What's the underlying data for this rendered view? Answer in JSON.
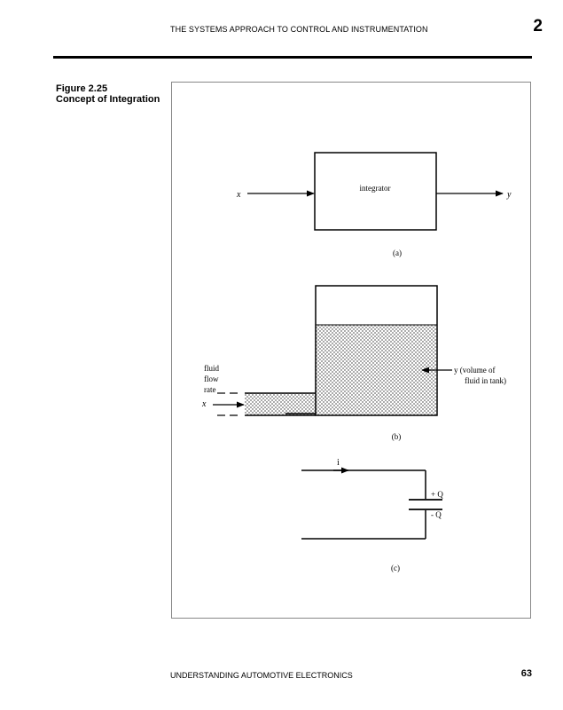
{
  "header": {
    "title": "THE SYSTEMS APPROACH TO CONTROL AND INSTRUMENTATION",
    "chapter": "2"
  },
  "figure": {
    "number": "Figure 2.25",
    "title": "Concept of Integration",
    "panel_a": {
      "input_label": "x",
      "block_label": "integrator",
      "output_label": "y",
      "caption": "(a)"
    },
    "panel_b": {
      "flow_label_line1": "fluid",
      "flow_label_line2": "flow",
      "flow_label_line3": "rate",
      "input_label": "x",
      "output_label_line1": "y (volume of",
      "output_label_line2": "fluid in tank)",
      "caption": "(b)"
    },
    "panel_c": {
      "current_label": "i",
      "plus_charge_label": "+ Q",
      "minus_charge_label": "- Q",
      "caption": "(c)"
    }
  },
  "footer": {
    "book_title": "UNDERSTANDING AUTOMOTIVE ELECTRONICS",
    "page_number": "63"
  }
}
